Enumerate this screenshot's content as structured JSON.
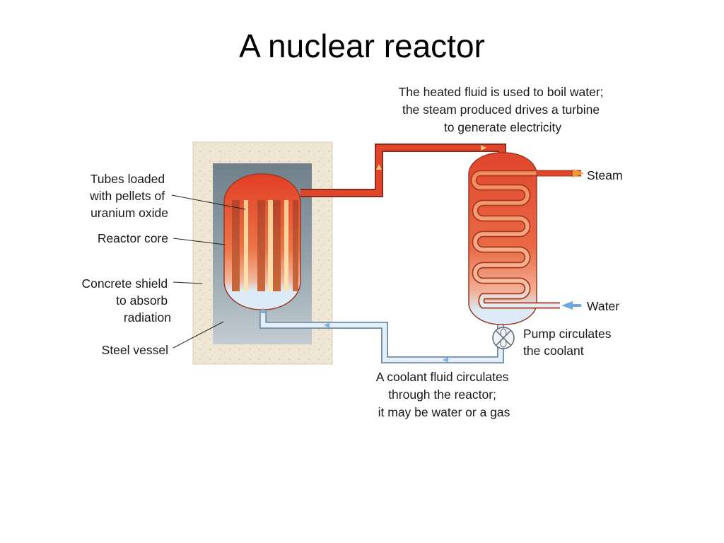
{
  "slide": {
    "title": "A nuclear reactor"
  },
  "labels": {
    "tubes": [
      "Tubes loaded",
      "with pellets of",
      "uranium oxide"
    ],
    "reactor_core": [
      "Reactor core"
    ],
    "concrete_shield": [
      "Concrete shield",
      "to absorb",
      "radiation"
    ],
    "steel_vessel": [
      "Steel vessel"
    ],
    "heated_fluid": [
      "The heated fluid is used to boil water;",
      "the steam produced drives a turbine",
      "to generate electricity"
    ],
    "steam": [
      "Steam"
    ],
    "water": [
      "Water"
    ],
    "pump": [
      "Pump circulates",
      "the coolant"
    ],
    "coolant": [
      "A coolant fluid circulates",
      "through the reactor;",
      "it may be water or a gas"
    ]
  },
  "colors": {
    "hot": "#e0452c",
    "hot_light": "#f28a5c",
    "cool": "#dcebf7",
    "cool_outline": "#6f8aa3",
    "concrete": "#ede3d0",
    "steel": "#7d8e98"
  }
}
